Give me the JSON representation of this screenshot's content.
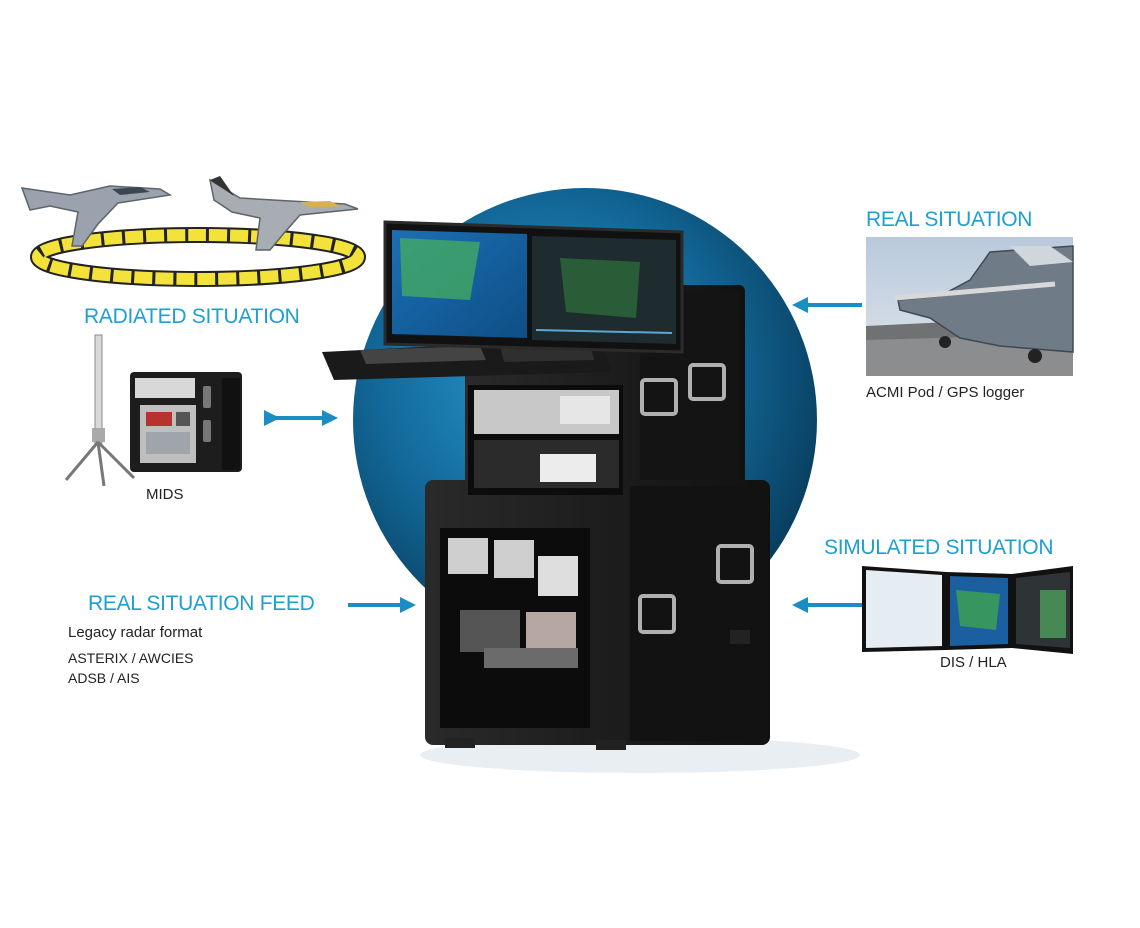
{
  "colors": {
    "accent_blue": "#1d9fd2",
    "arrow_blue": "#1a8dc2",
    "circle_light": "#1e86b8",
    "circle_dark": "#073a59",
    "cabinet": "#1b1b1b",
    "radar_ring": "#f3e23a",
    "text": "#222222"
  },
  "radiated_situation": {
    "title": "RADIATED SITUATION",
    "device_label": "MIDS",
    "icons": [
      "fighter-jet-icon",
      "fighter-jet-icon",
      "radar-ring-icon",
      "antenna-icon",
      "radio-unit-icon"
    ]
  },
  "real_situation_feed": {
    "title": "REAL SITUATION FEED",
    "subtitle": "Legacy radar format",
    "formats": [
      "ASTERIX / AWCIES",
      "ADSB / AIS"
    ]
  },
  "real_situation": {
    "title": "REAL SITUATION",
    "caption": "ACMI Pod / GPS logger"
  },
  "simulated_situation": {
    "title": "SIMULATED SITUATION",
    "caption": "DIS / HLA"
  }
}
